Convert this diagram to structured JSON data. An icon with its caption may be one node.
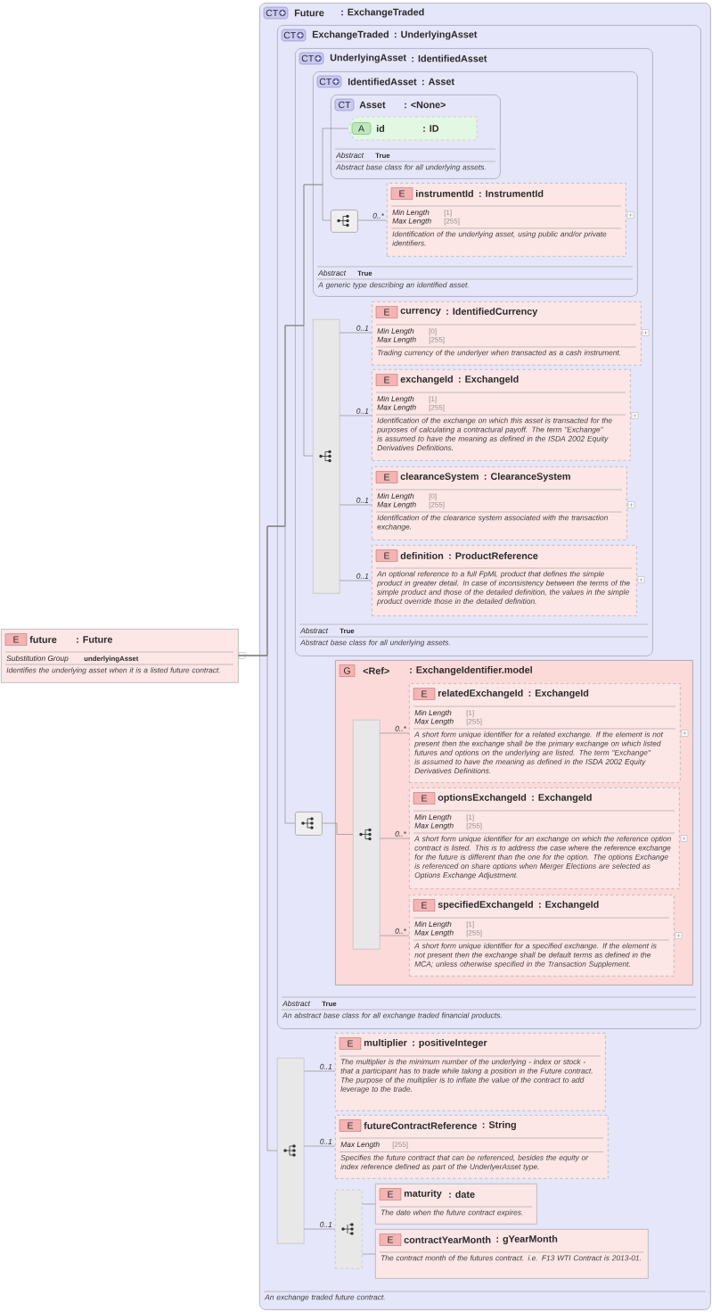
{
  "diagram": {
    "nodes": [
      {
        "text": [
          "E",
          "future",
          ": Future",
          "Substitution Group",
          "underlyingAsset",
          "Identifies the underlying asset when it is a listed future contract."
        ]
      },
      {
        "text": [
          "CT",
          "Future",
          ": ExchangeTraded",
          "An exchange traded future contract."
        ]
      },
      {
        "text": [
          "CT",
          "ExchangeTraded",
          ": UnderlyingAsset",
          "Abstract",
          "True",
          "An abstract base class for all exchange traded financial products."
        ],
        "in": 1
      },
      {
        "text": [
          "CT",
          "UnderlyingAsset",
          ": IdentifiedAsset",
          "Abstract",
          "True",
          "Abstract base class for all underlying assets."
        ],
        "in": 2
      },
      {
        "text": [
          "CT",
          "IdentifiedAsset",
          ": Asset",
          "Abstract",
          "True",
          "A generic type describing an identified asset."
        ],
        "in": 3
      },
      {
        "text": [
          "CT",
          "Asset",
          ": <None>",
          "Abstract",
          "True",
          "Abstract base class for all underlying assets."
        ],
        "in": 4
      },
      {
        "text": [
          "A",
          "id",
          ": ID"
        ],
        "in": 5
      },
      {
        "text": [],
        "shape": "box",
        "in": 4
      },
      {
        "text": [
          "E",
          "instrumentId",
          ": InstrumentId",
          "Min Length",
          "[1]",
          "Max Length",
          "[255]",
          "Identification of the underlying asset, using public and/or private identifiers."
        ],
        "in": 4
      },
      {
        "text": [],
        "shape": "bar",
        "in": 3
      },
      {
        "text": [
          "E",
          "currency",
          ": IdentifiedCurrency",
          "Min Length",
          "[0]",
          "Max Length",
          "[255]",
          "Trading currency of the underlyer when transacted as a cash instrument."
        ],
        "in": 3
      },
      {
        "text": [
          "E",
          "exchangeId",
          ": ExchangeId",
          "Min Length",
          "[1]",
          "Max Length",
          "[255]",
          "Identification of the exchange on which this asset is transacted for the purposes of calculating a contractural payoff. The term \"Exchange\" is assumed to have the meaning as defined in the ISDA 2002 Equity Derivatives Definitions."
        ],
        "in": 3
      },
      {
        "text": [
          "E",
          "clearanceSystem",
          ": ClearanceSystem",
          "Min Length",
          "[0]",
          "Max Length",
          "[255]",
          "Identification of the clearance system associated with the transaction exchange."
        ],
        "in": 3
      },
      {
        "text": [
          "E",
          "definition",
          ": ProductReference",
          "An optional reference to a full FpML product that defines the simple product in greater detail. In case of inconsistency between the terms of the simple product and those of the detailed definition, the values in the simple product override those in the detailed definition."
        ],
        "in": 3
      },
      {
        "text": [],
        "shape": "box",
        "in": 2
      },
      {
        "text": [
          "G",
          "<Ref>",
          ": ExchangeIdentifier.model"
        ],
        "in": 2
      },
      {
        "text": [],
        "shape": "bar",
        "in": 15
      },
      {
        "text": [
          "E",
          "relatedExchangeId",
          ": ExchangeId",
          "Min Length",
          "[1]",
          "Max Length",
          "[255]",
          "A short form unique identifier for a related exchange. If the element is not present then the exchange shall be the primary exchange on which listed futures and options on the underlying are listed. The term \"Exchange\" is assumed to have the meaning as defined in the ISDA 2002 Equity Derivatives Definitions."
        ],
        "in": 15
      },
      {
        "text": [
          "E",
          "optionsExchangeId",
          ": ExchangeId",
          "Min Length",
          "[1]",
          "Max Length",
          "[255]",
          "A short form unique identifier for an exchange on which the reference option contract is listed. This is to address the case where the reference exchange for the future is different than the one for the option. The options Exchange is referenced on share options when Merger Elections are selected as Options Exchange Adjustment."
        ],
        "in": 15
      },
      {
        "text": [
          "E",
          "specifiedExchangeId",
          ": ExchangeId",
          "Min Length",
          "[1]",
          "Max Length",
          "[255]",
          "A short form unique identifier for a specified exchange. If the element is not present then the exchange shall be default terms as defined in the MCA; unless otherwise specified in the Transaction Supplement."
        ],
        "in": 15
      },
      {
        "text": [],
        "shape": "bar",
        "in": 1
      },
      {
        "text": [
          "E",
          "multiplier",
          ": positiveInteger",
          "The multiplier is the minimum number of the underlying - index or stock - that a participant has to trade while taking a position in the Future contract. The purpose of the multiplier is to inflate the value of the contract to add leverage to the trade."
        ],
        "in": 1
      },
      {
        "text": [
          "E",
          "futureContractReference",
          ": String",
          "Max Length",
          "[255]",
          "Specifies the future contract that can be referenced, besides the equity or index reference defined as part of the UnderlyerAsset type."
        ],
        "in": 1
      },
      {
        "text": [],
        "shape": "bar",
        "in": 1
      },
      {
        "text": [
          "E",
          "maturity",
          ": date",
          "The date when the future contract expires."
        ],
        "in": 1
      },
      {
        "text": [
          "E",
          "contractYearMonth",
          ": gYearMonth",
          "The contract month of the futures contract. i.e. F13 WTI Contract is 2013-01."
        ],
        "in": 1
      }
    ],
    "edges": [
      {
        "from": 0,
        "to": 6,
        "arrow": "none"
      },
      {
        "from": 0,
        "to": 7,
        "arrow": "none"
      },
      {
        "from": 0,
        "to": 9,
        "arrow": "none"
      },
      {
        "from": 0,
        "to": 14,
        "arrow": "none"
      },
      {
        "from": 0,
        "to": 20,
        "arrow": "none"
      },
      {
        "from": 7,
        "to": 8,
        "arrow": "none",
        "label": "0..*"
      },
      {
        "from": 9,
        "to": 10,
        "arrow": "none",
        "label": "0..1"
      },
      {
        "from": 9,
        "to": 11,
        "arrow": "none",
        "label": "0..1"
      },
      {
        "from": 9,
        "to": 12,
        "arrow": "none",
        "label": "0..1"
      },
      {
        "from": 9,
        "to": 13,
        "arrow": "none",
        "label": "0..1"
      },
      {
        "from": 14,
        "to": 16,
        "arrow": "none"
      },
      {
        "from": 16,
        "to": 17,
        "arrow": "none",
        "label": "0..*"
      },
      {
        "from": 16,
        "to": 18,
        "arrow": "none",
        "label": "0..*"
      },
      {
        "from": 16,
        "to": 19,
        "arrow": "none",
        "label": "0..*"
      },
      {
        "from": 20,
        "to": 21,
        "arrow": "none",
        "label": "0..1"
      },
      {
        "from": 20,
        "to": 22,
        "arrow": "none",
        "label": "0..1"
      },
      {
        "from": 20,
        "to": 23,
        "arrow": "none",
        "label": "0..1"
      },
      {
        "from": 23,
        "to": 24,
        "arrow": "none"
      },
      {
        "from": 23,
        "to": 25,
        "arrow": "none"
      }
    ]
  }
}
